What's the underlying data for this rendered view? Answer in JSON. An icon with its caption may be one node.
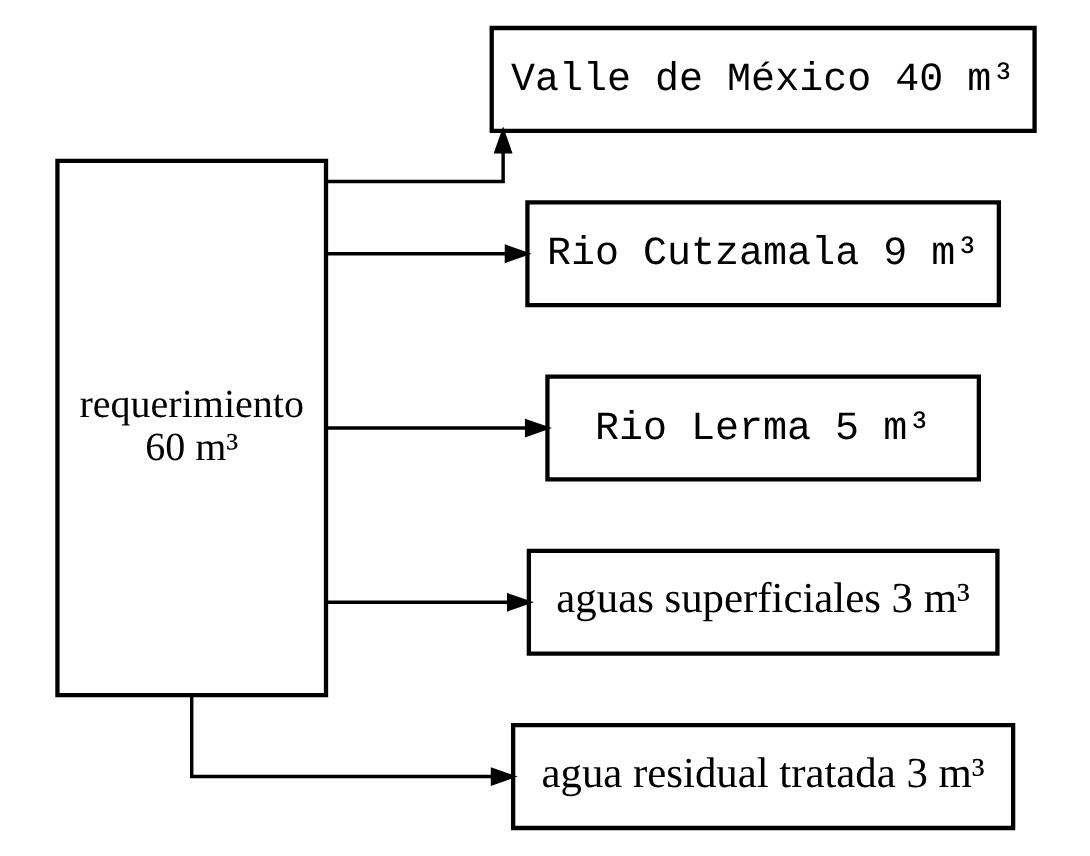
{
  "diagram": {
    "nodes": [
      {
        "text": [
          "requerimiento",
          "60 m³"
        ]
      },
      {
        "text": [
          "Valle de México 40 m³"
        ]
      },
      {
        "text": [
          "Rio Cutzamala 9 m³"
        ]
      },
      {
        "text": [
          "Rio Lerma 5 m³"
        ]
      },
      {
        "text": [
          "aguas superficiales 3 m³"
        ]
      },
      {
        "text": [
          "agua residual tratada 3 m³"
        ]
      }
    ],
    "edges": [
      {
        "from": 0,
        "to": 1,
        "arrow": "to"
      },
      {
        "from": 0,
        "to": 2,
        "arrow": "to"
      },
      {
        "from": 0,
        "to": 3,
        "arrow": "to"
      },
      {
        "from": 0,
        "to": 4,
        "arrow": "to"
      },
      {
        "from": 0,
        "to": 5,
        "arrow": "to"
      }
    ]
  }
}
